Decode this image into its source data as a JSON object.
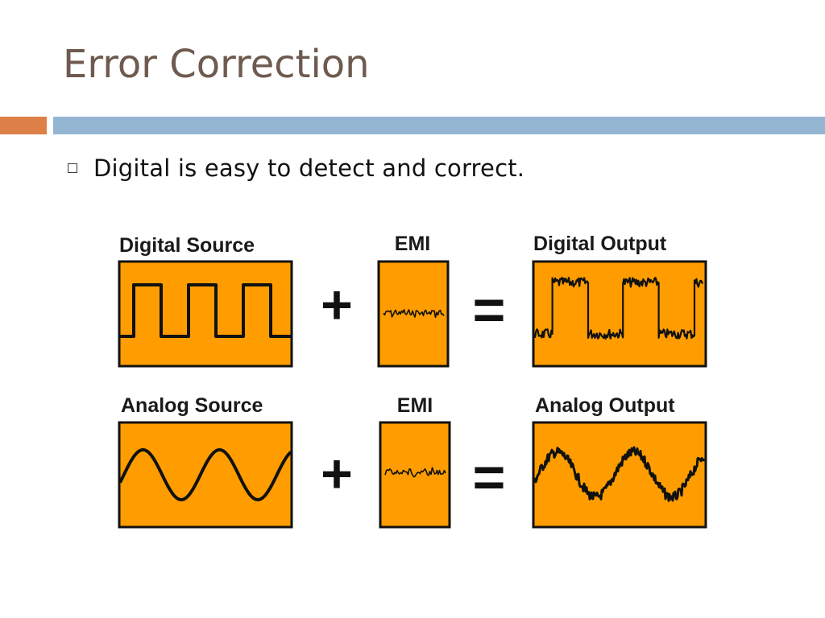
{
  "slide": {
    "title": "Error Correction",
    "bullets": [
      {
        "text": "Digital is easy to detect and correct."
      }
    ]
  },
  "diagram": {
    "rows": [
      {
        "source_label": "Digital Source",
        "emi_label": "EMI",
        "output_label": "Digital Output",
        "plus_symbol": "+",
        "equals_symbol": "="
      },
      {
        "source_label": "Analog Source",
        "emi_label": "EMI",
        "output_label": "Analog Output",
        "plus_symbol": "+",
        "equals_symbol": "="
      }
    ],
    "colors": {
      "panel_fill": "#ff9d00",
      "panel_border": "#111111",
      "signal": "#111111"
    }
  },
  "theme": {
    "title_color": "#6e5a4f",
    "accent_orange": "#dd8047",
    "accent_blue": "#94b6d2"
  }
}
